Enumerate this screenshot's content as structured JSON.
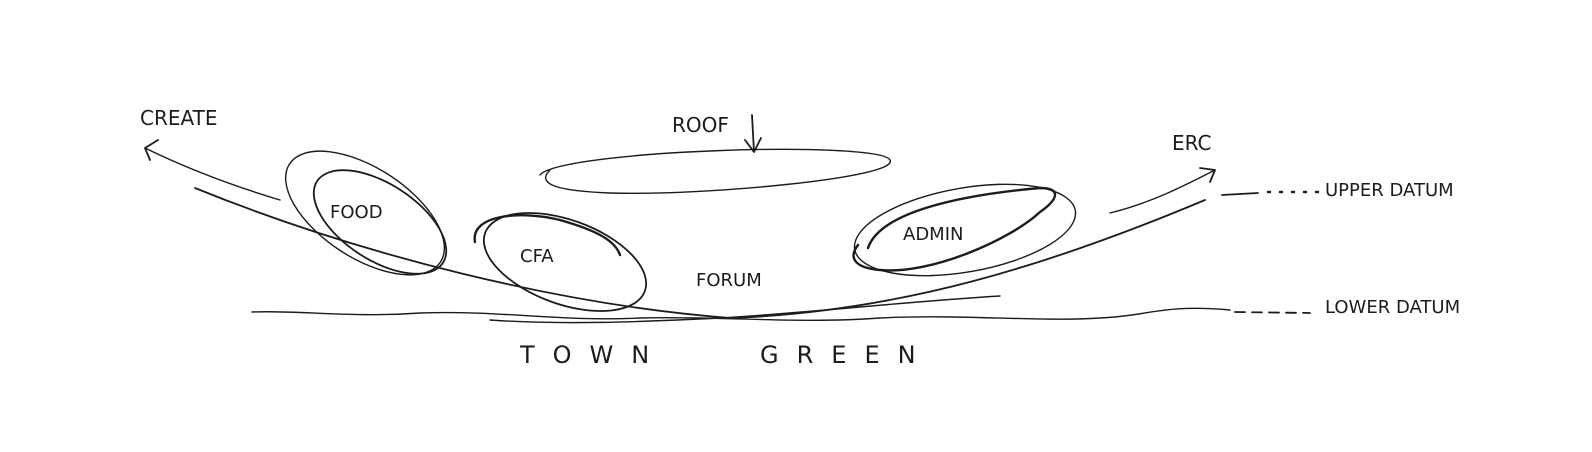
{
  "labels": {
    "create": "CREATE",
    "roof": "ROOF",
    "erc": "ERC",
    "food": "FOOD",
    "cfa": "CFA",
    "admin": "ADMIN",
    "forum": "FORUM",
    "upper_datum": "UPPER DATUM",
    "lower_datum": "LOWER DATUM",
    "town": "TOWN",
    "green": "GREEN"
  },
  "colors": {
    "ink": "#1c1c1c",
    "paper": "#ffffff"
  }
}
